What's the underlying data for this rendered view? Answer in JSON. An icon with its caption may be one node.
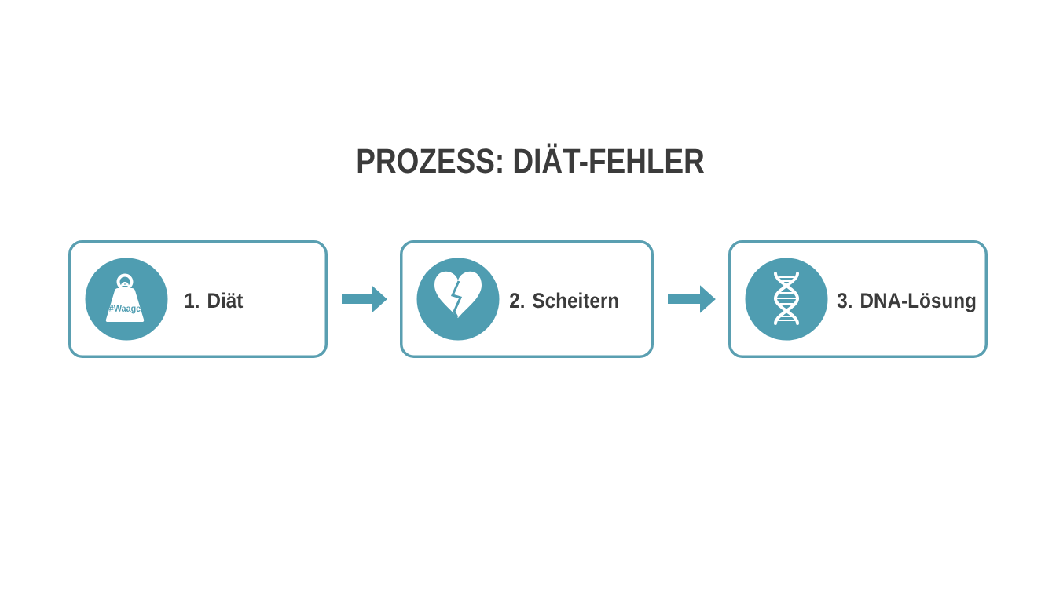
{
  "diagram": {
    "title": "PROZESS: DIÄT-FEHLER",
    "nodes": [
      {
        "text": [
          "1. Diät"
        ]
      },
      {
        "text": [
          "#Waage"
        ],
        "in": 0
      },
      {
        "text": [
          "2. Scheitern"
        ]
      },
      {
        "text": [],
        "shape": "circle",
        "in": 2
      },
      {
        "text": [
          "3. DNA-Lösung"
        ]
      },
      {
        "text": [],
        "shape": "circle",
        "in": 4
      }
    ],
    "edges": [
      {
        "from": 0,
        "to": 2,
        "arrow": "to"
      },
      {
        "from": 2,
        "to": 4,
        "arrow": "to"
      }
    ]
  }
}
